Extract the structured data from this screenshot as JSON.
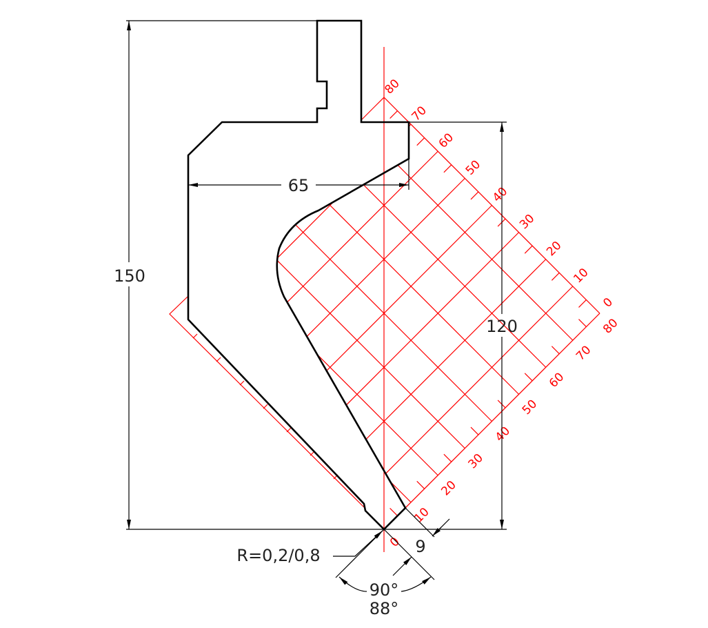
{
  "colors": {
    "outline": "#000000",
    "grid": "#ff0000",
    "dimension": "#222222"
  },
  "dimensions": {
    "height_total": "150",
    "height_die": "120",
    "width": "65",
    "tip_offset": "9",
    "radius": "R=0,2/0,8",
    "angle_1": "90°",
    "angle_2": "88°"
  },
  "grid_scale": {
    "upper_labels": [
      "0",
      "10",
      "20",
      "30",
      "40",
      "50",
      "60",
      "70",
      "80"
    ],
    "lower_labels": [
      "0",
      "10",
      "20",
      "30",
      "40",
      "50",
      "60",
      "70",
      "80"
    ],
    "max": 80,
    "step": 10
  }
}
